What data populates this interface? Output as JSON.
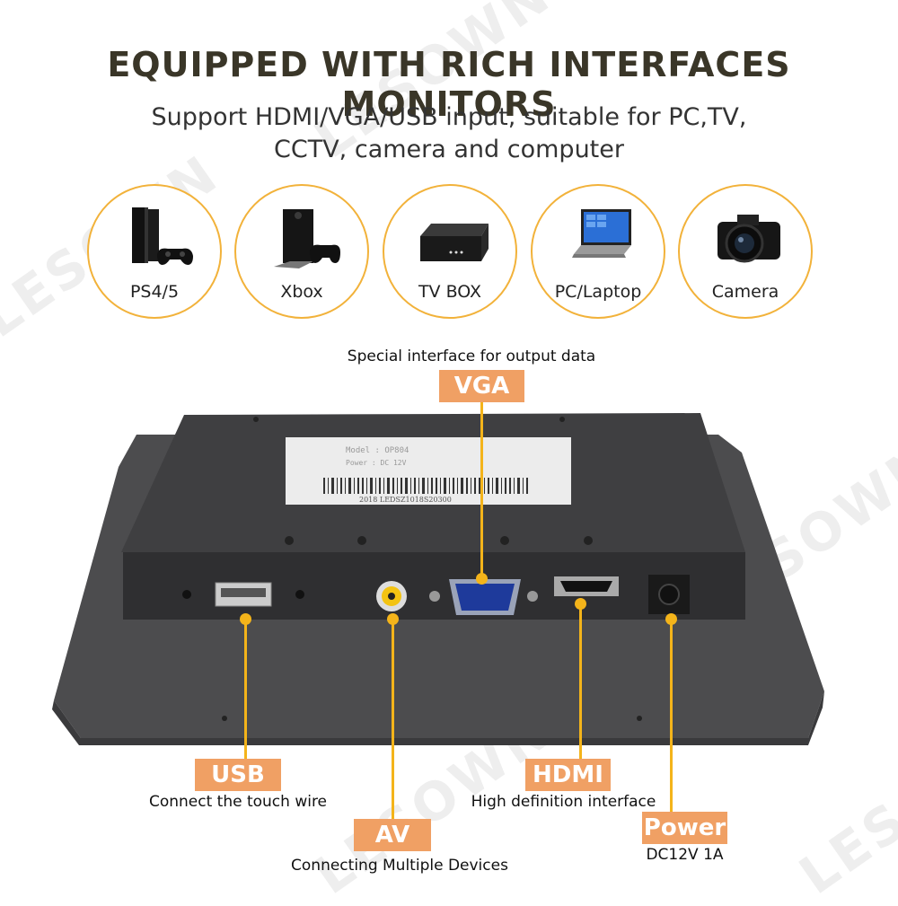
{
  "header": {
    "title": "EQUIPPED WITH RICH INTERFACES MONITORS",
    "subtitle_line1": "Support HDMI/VGA/USB input, suitable for PC,TV,",
    "subtitle_line2": "CCTV, camera and computer"
  },
  "watermark": {
    "brand": "LESOWN"
  },
  "devices": [
    {
      "label": "PS4/5",
      "icon": "game-console-icon"
    },
    {
      "label": "Xbox",
      "icon": "xbox-console-icon"
    },
    {
      "label": "TV BOX",
      "icon": "tv-box-icon"
    },
    {
      "label": "PC/Laptop",
      "icon": "laptop-icon"
    },
    {
      "label": "Camera",
      "icon": "camera-icon"
    }
  ],
  "ports": {
    "vga": {
      "label": "VGA",
      "description": "Special interface for output data"
    },
    "usb": {
      "label": "USB",
      "description": "Connect the touch wire"
    },
    "av": {
      "label": "AV",
      "description": "Connecting Multiple Devices"
    },
    "hdmi": {
      "label": "HDMI",
      "description": "High definition interface"
    },
    "power": {
      "label": "Power",
      "description": "DC12V 1A"
    }
  },
  "monitor_sticker": {
    "model": "Model : OP804",
    "power": "Power : DC 12V",
    "serial": "2018 LEDSZ1018S20300"
  },
  "colors": {
    "accent": "#f2b23a",
    "badge": "#f0a064",
    "line": "#f4b41a",
    "title": "#3a3628"
  }
}
